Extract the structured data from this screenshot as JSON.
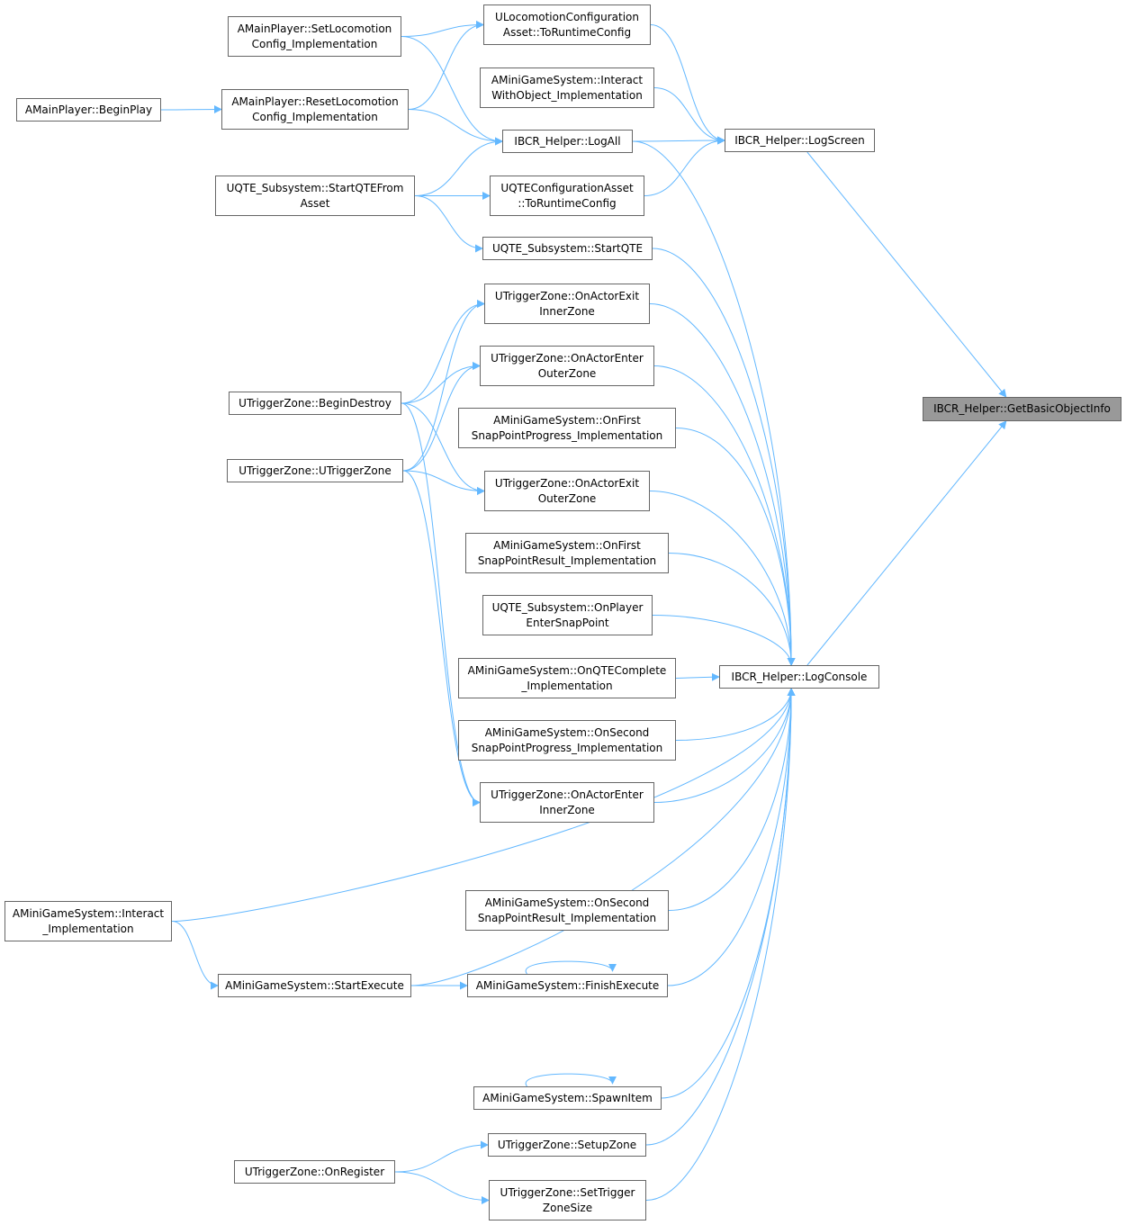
{
  "colors": {
    "edge": "#63b8ff",
    "border": "#666666",
    "focus_fill": "#999999"
  },
  "nodes": [
    {
      "id": "n1",
      "lines": [
        "AMainPlayer::BeginPlay"
      ]
    },
    {
      "id": "n2",
      "lines": [
        "AMainPlayer::SetLocomotion",
        "Config_Implementation"
      ]
    },
    {
      "id": "n3",
      "lines": [
        "AMainPlayer::ResetLocomotion",
        "Config_Implementation"
      ]
    },
    {
      "id": "n4",
      "lines": [
        "UQTE_Subsystem::StartQTEFrom",
        "Asset"
      ]
    },
    {
      "id": "n5",
      "lines": [
        "ULocomotionConfiguration",
        "Asset::ToRuntimeConfig"
      ]
    },
    {
      "id": "n6",
      "lines": [
        "AMiniGameSystem::Interact",
        "WithObject_Implementation"
      ]
    },
    {
      "id": "n7",
      "lines": [
        "IBCR_Helper::LogAll"
      ]
    },
    {
      "id": "n8",
      "lines": [
        "UQTEConfigurationAsset",
        "::ToRuntimeConfig"
      ]
    },
    {
      "id": "n9",
      "lines": [
        "UQTE_Subsystem::StartQTE"
      ]
    },
    {
      "id": "n10",
      "lines": [
        "UTriggerZone::OnActorExit",
        "InnerZone"
      ]
    },
    {
      "id": "n11",
      "lines": [
        "UTriggerZone::OnActorEnter",
        "OuterZone"
      ]
    },
    {
      "id": "n12",
      "lines": [
        "AMiniGameSystem::OnFirst",
        "SnapPointProgress_Implementation"
      ]
    },
    {
      "id": "n13",
      "lines": [
        "UTriggerZone::OnActorExit",
        "OuterZone"
      ]
    },
    {
      "id": "n14",
      "lines": [
        "AMiniGameSystem::OnFirst",
        "SnapPointResult_Implementation"
      ]
    },
    {
      "id": "n15",
      "lines": [
        "UQTE_Subsystem::OnPlayer",
        "EnterSnapPoint"
      ]
    },
    {
      "id": "n16",
      "lines": [
        "AMiniGameSystem::OnQTEComplete",
        "_Implementation"
      ]
    },
    {
      "id": "n17",
      "lines": [
        "AMiniGameSystem::OnSecond",
        "SnapPointProgress_Implementation"
      ]
    },
    {
      "id": "n18",
      "lines": [
        "UTriggerZone::OnActorEnter",
        "InnerZone"
      ]
    },
    {
      "id": "n19",
      "lines": [
        "AMiniGameSystem::OnSecond",
        "SnapPointResult_Implementation"
      ]
    },
    {
      "id": "n20",
      "lines": [
        "AMiniGameSystem::FinishExecute"
      ]
    },
    {
      "id": "n21",
      "lines": [
        "AMiniGameSystem::SpawnItem"
      ]
    },
    {
      "id": "n22",
      "lines": [
        "UTriggerZone::SetupZone"
      ]
    },
    {
      "id": "n23",
      "lines": [
        "UTriggerZone::SetTrigger",
        "ZoneSize"
      ]
    },
    {
      "id": "n24",
      "lines": [
        "UTriggerZone::BeginDestroy"
      ]
    },
    {
      "id": "n25",
      "lines": [
        "UTriggerZone::UTriggerZone"
      ]
    },
    {
      "id": "n26",
      "lines": [
        "AMiniGameSystem::Interact",
        "_Implementation"
      ]
    },
    {
      "id": "n27",
      "lines": [
        "AMiniGameSystem::StartExecute"
      ]
    },
    {
      "id": "n28",
      "lines": [
        "UTriggerZone::OnRegister"
      ]
    },
    {
      "id": "n29",
      "lines": [
        "IBCR_Helper::LogScreen"
      ]
    },
    {
      "id": "n30",
      "lines": [
        "IBCR_Helper::LogConsole"
      ]
    },
    {
      "id": "n31",
      "lines": [
        "IBCR_Helper::GetBasicObjectInfo"
      ],
      "focus": true
    }
  ],
  "edges": [
    [
      "n29",
      "n31"
    ],
    [
      "n30",
      "n31"
    ],
    [
      "n5",
      "n29"
    ],
    [
      "n6",
      "n29"
    ],
    [
      "n7",
      "n29"
    ],
    [
      "n8",
      "n29"
    ],
    [
      "n7",
      "n30"
    ],
    [
      "n9",
      "n30"
    ],
    [
      "n10",
      "n30"
    ],
    [
      "n11",
      "n30"
    ],
    [
      "n12",
      "n30"
    ],
    [
      "n13",
      "n30"
    ],
    [
      "n14",
      "n30"
    ],
    [
      "n15",
      "n30"
    ],
    [
      "n16",
      "n30"
    ],
    [
      "n17",
      "n30"
    ],
    [
      "n18",
      "n30"
    ],
    [
      "n26",
      "n30"
    ],
    [
      "n19",
      "n30"
    ],
    [
      "n20",
      "n30"
    ],
    [
      "n27",
      "n30"
    ],
    [
      "n21",
      "n30"
    ],
    [
      "n22",
      "n30"
    ],
    [
      "n23",
      "n30"
    ],
    [
      "n2",
      "n5"
    ],
    [
      "n3",
      "n5"
    ],
    [
      "n2",
      "n7"
    ],
    [
      "n3",
      "n7"
    ],
    [
      "n4",
      "n7"
    ],
    [
      "n4",
      "n8"
    ],
    [
      "n4",
      "n9"
    ],
    [
      "n1",
      "n3"
    ],
    [
      "n24",
      "n10"
    ],
    [
      "n24",
      "n11"
    ],
    [
      "n24",
      "n13"
    ],
    [
      "n24",
      "n18"
    ],
    [
      "n25",
      "n10"
    ],
    [
      "n25",
      "n11"
    ],
    [
      "n25",
      "n13"
    ],
    [
      "n25",
      "n18"
    ],
    [
      "n26",
      "n27"
    ],
    [
      "n27",
      "n20"
    ],
    [
      "n20",
      "n20"
    ],
    [
      "n21",
      "n21"
    ],
    [
      "n28",
      "n22"
    ],
    [
      "n28",
      "n23"
    ]
  ]
}
